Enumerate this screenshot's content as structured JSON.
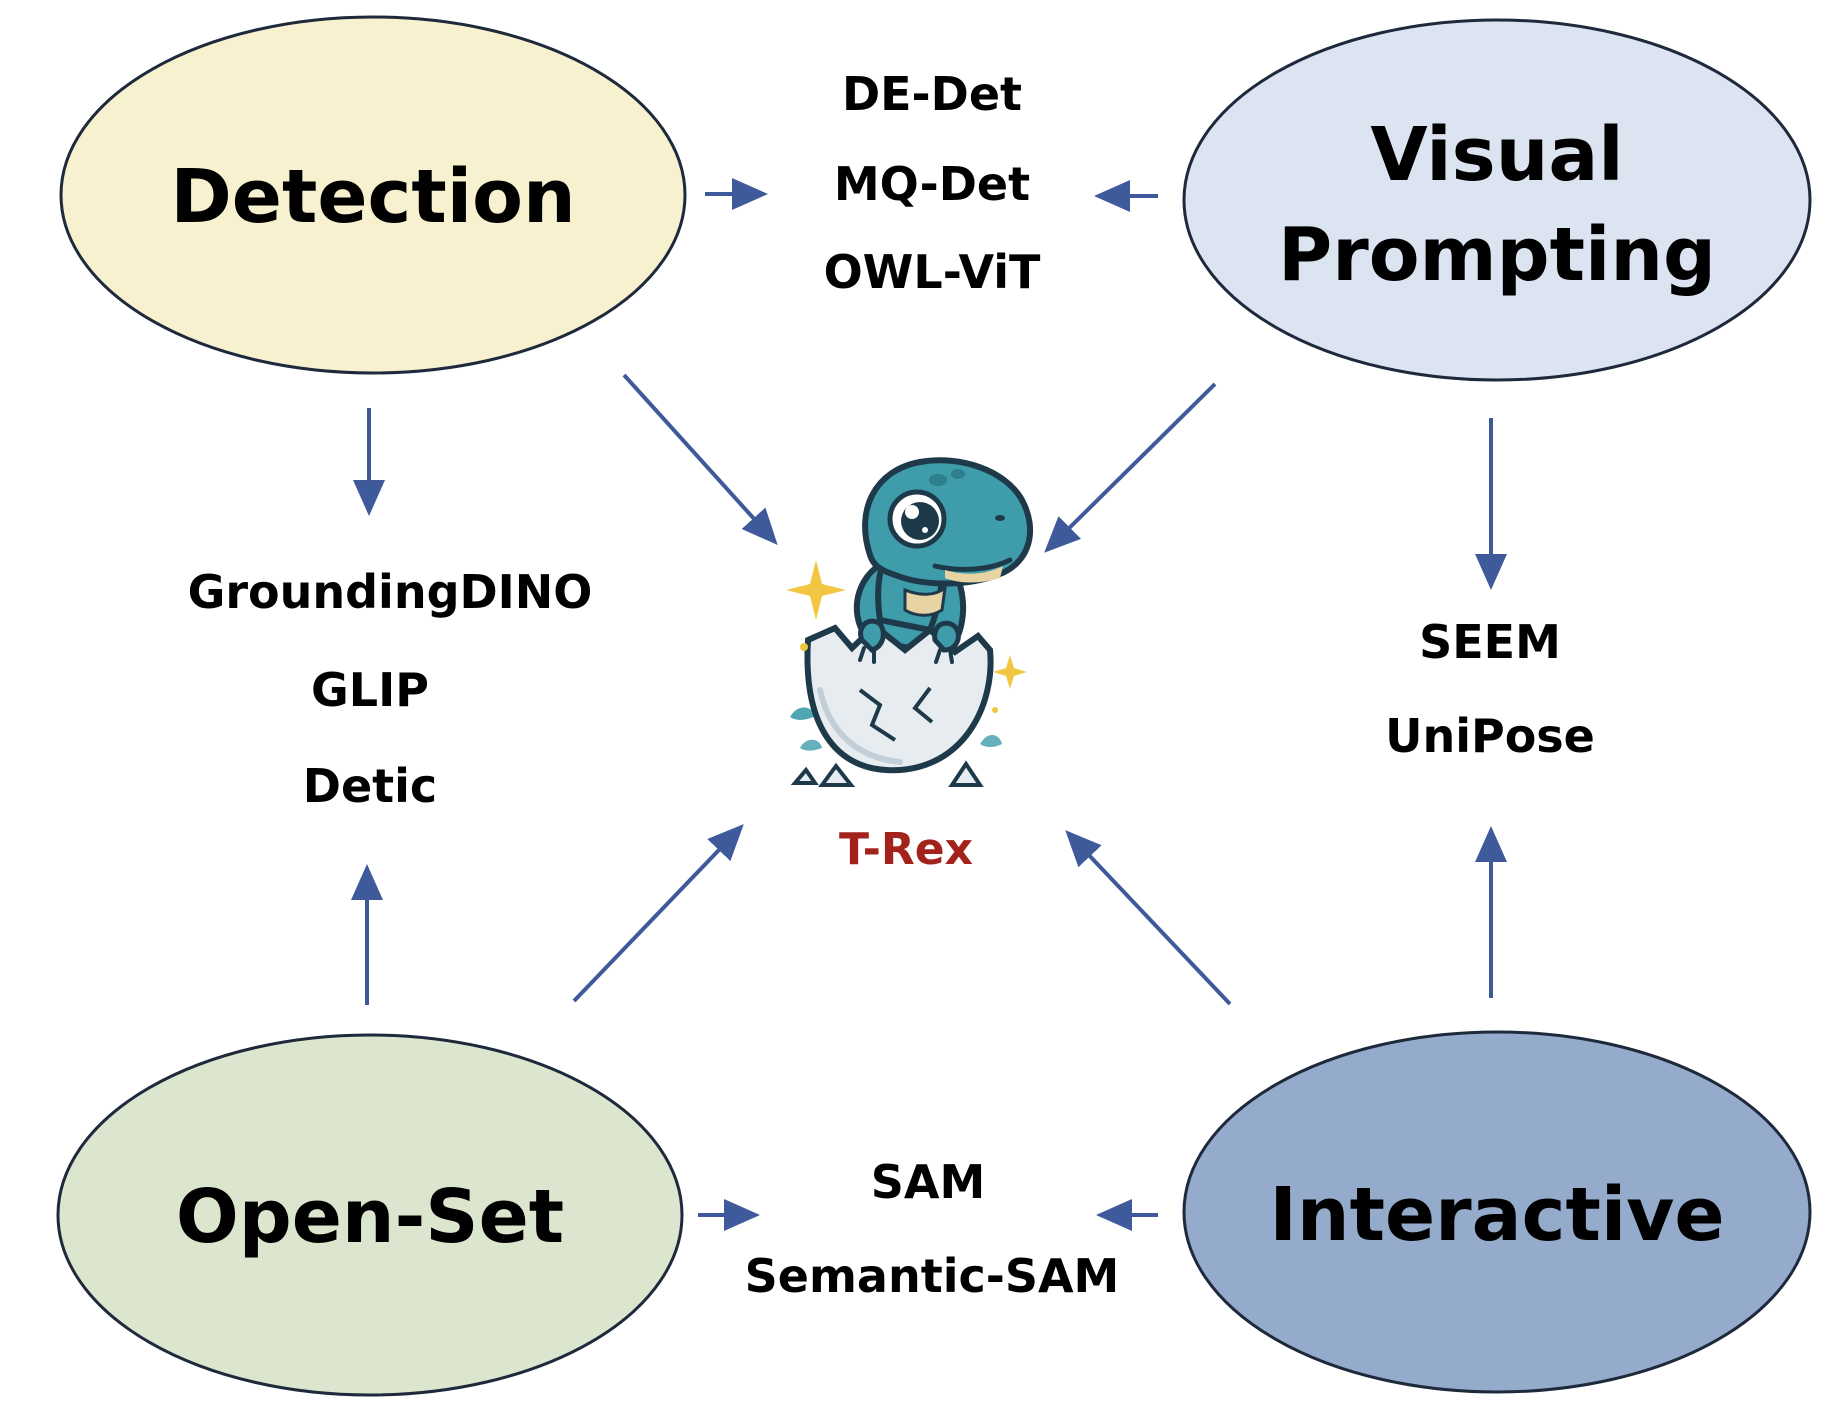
{
  "colors": {
    "arrow": "#3F5A9A",
    "node_stroke": "#1E2A3C",
    "detection_fill": "#F7F1CF",
    "visual_prompting_fill": "#DCE4F2",
    "open_set_fill": "#DCE6CF",
    "interactive_fill": "#95ABCB",
    "trex_label": "#A3221B",
    "dino_body": "#3E9CAB",
    "dino_dark": "#1E3A4A",
    "egg_shell": "#E6ECF0",
    "sparkle": "#F2C641",
    "text": "#000000"
  },
  "nodes": {
    "detection": {
      "label": "Detection"
    },
    "visual_prompting": {
      "label_line1": "Visual",
      "label_line2": "Prompting"
    },
    "open_set": {
      "label": "Open-Set"
    },
    "interactive": {
      "label": "Interactive"
    }
  },
  "method_groups": {
    "detection_visual": [
      "DE-Det",
      "MQ-Det",
      "OWL-ViT"
    ],
    "detection_openset": [
      "GroundingDINO",
      "GLIP",
      "Detic"
    ],
    "visual_interactive": [
      "SEEM",
      "UniPose"
    ],
    "openset_interactive": [
      "SAM",
      "Semantic-SAM"
    ]
  },
  "center": {
    "label": "T-Rex",
    "icon": "baby-dinosaur-hatching-egg-icon"
  }
}
